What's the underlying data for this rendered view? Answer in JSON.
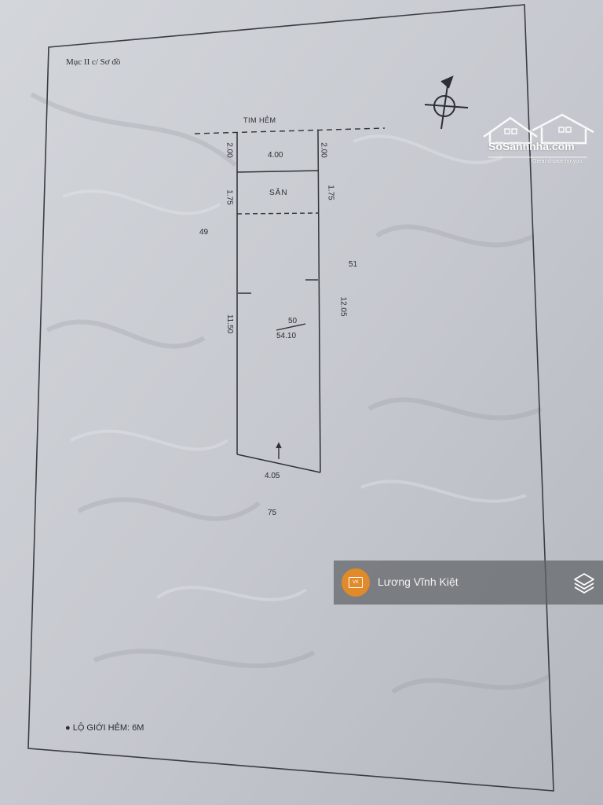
{
  "document": {
    "section_title": "Mục II c/ Sơ đồ",
    "road_center_label": "TIM HẺM",
    "yard_label": "SÂN",
    "road_setback_note": "LỘ GIỚI HẺM: 6M",
    "dimensions": {
      "top_width": "4.00",
      "left_setback": "2.00",
      "right_setback": "2.00",
      "left_yard": "1.75",
      "right_yard": "1.75",
      "left_depth": "11.50",
      "right_depth": "12.05",
      "bottom_width": "4.05"
    },
    "lot": {
      "number": "50",
      "area": "54.10"
    },
    "neighbors": {
      "left": "49",
      "right": "51",
      "rear": "75"
    }
  },
  "watermark": {
    "brand": "SoSanhnha.com",
    "tagline": "Great choice for you"
  },
  "author_bar": {
    "name": "Lương Vĩnh Kiệt",
    "avatar_text": "VK",
    "accent_color": "#e08a2a",
    "icon": "stack-layers-icon"
  }
}
